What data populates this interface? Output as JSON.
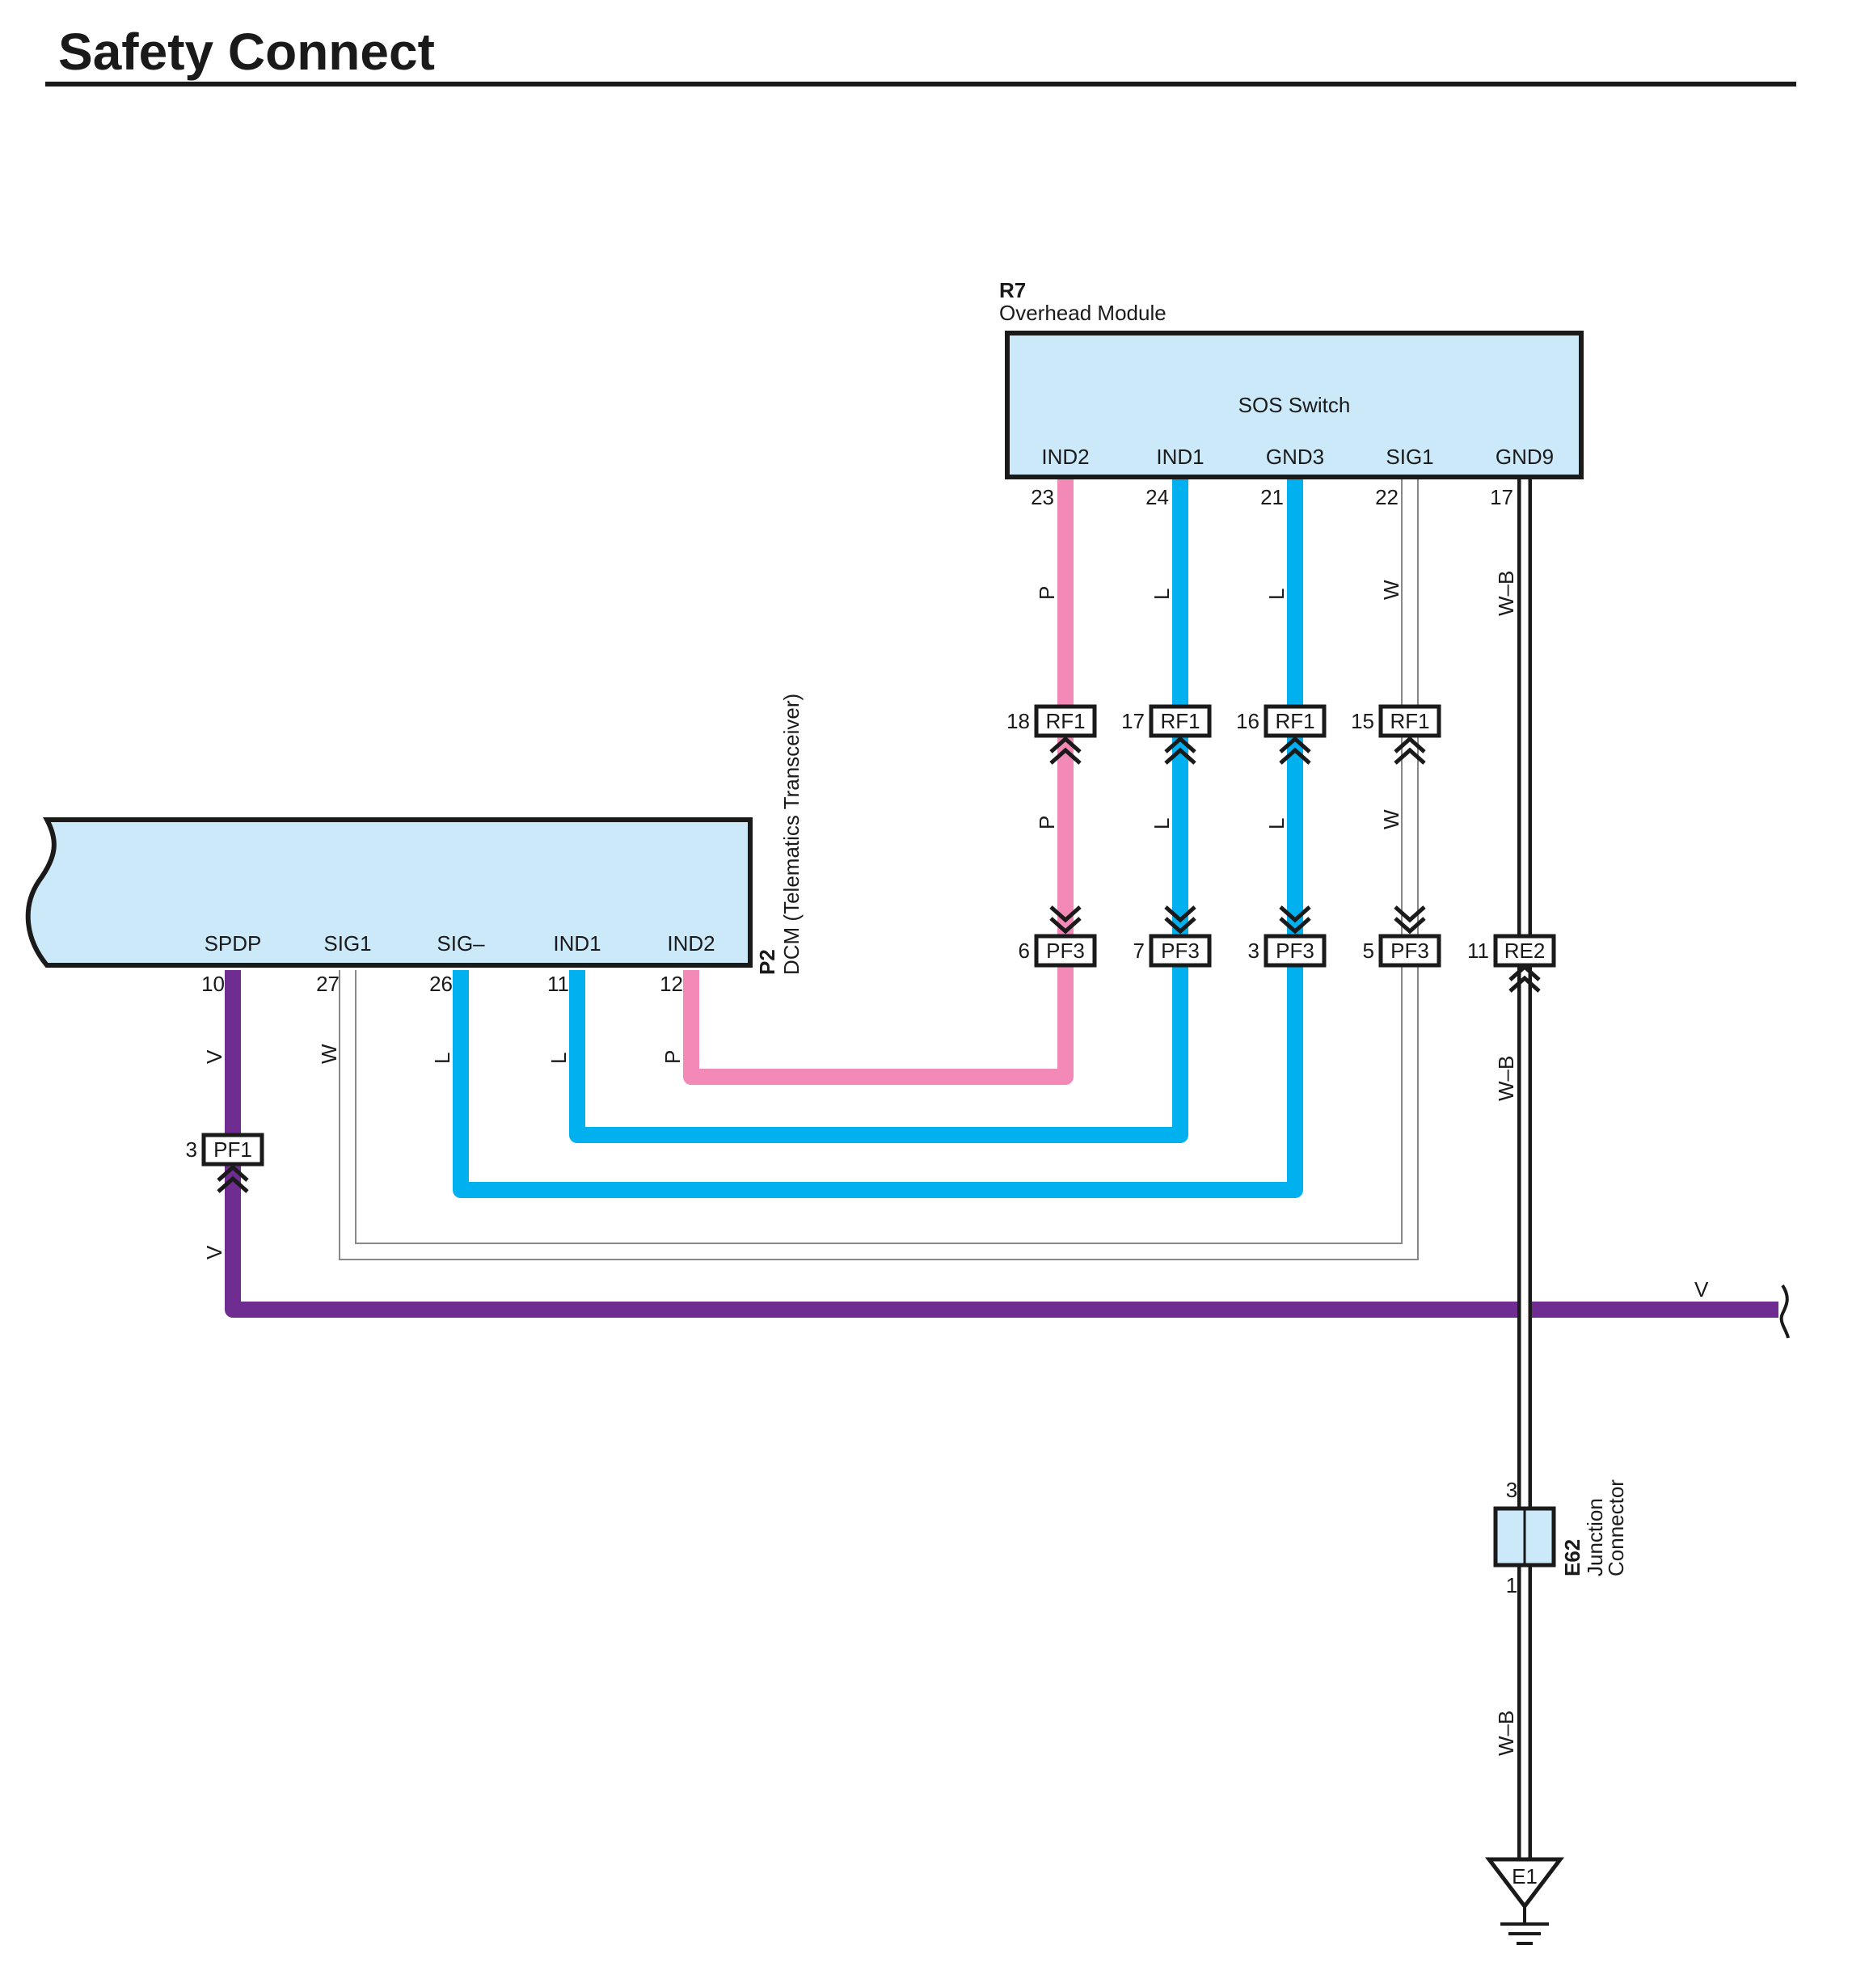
{
  "title": "Safety Connect",
  "colors": {
    "module_fill": "#cce9f9",
    "wire_P": "#f289b7",
    "wire_L": "#00b0ef",
    "wire_V": "#702d91",
    "wire_W": "#ffffff",
    "wire_WB": "#ffffff",
    "outline": "#1a1a1a"
  },
  "r7": {
    "code": "R7",
    "name": "Overhead Module",
    "inner": "SOS Switch",
    "pins": [
      {
        "name": "IND2",
        "num": "23",
        "wire": "P"
      },
      {
        "name": "IND1",
        "num": "24",
        "wire": "L"
      },
      {
        "name": "GND3",
        "num": "21",
        "wire": "L"
      },
      {
        "name": "SIG1",
        "num": "22",
        "wire": "W"
      },
      {
        "name": "GND9",
        "num": "17",
        "wire": "W–B"
      }
    ]
  },
  "p2": {
    "code": "P2",
    "name": "DCM (Telematics Transceiver)",
    "pins": [
      {
        "name": "SPDP",
        "num": "10",
        "wire": "V"
      },
      {
        "name": "SIG1",
        "num": "27",
        "wire": "W"
      },
      {
        "name": "SIG–",
        "num": "26",
        "wire": "L"
      },
      {
        "name": "IND1",
        "num": "11",
        "wire": "L"
      },
      {
        "name": "IND2",
        "num": "12",
        "wire": "P"
      }
    ]
  },
  "rf1": [
    {
      "num": "18",
      "label": "RF1"
    },
    {
      "num": "17",
      "label": "RF1"
    },
    {
      "num": "16",
      "label": "RF1"
    },
    {
      "num": "15",
      "label": "RF1"
    }
  ],
  "pf3": [
    {
      "num": "6",
      "label": "PF3"
    },
    {
      "num": "7",
      "label": "PF3"
    },
    {
      "num": "3",
      "label": "PF3"
    },
    {
      "num": "5",
      "label": "PF3"
    }
  ],
  "re2": {
    "num": "11",
    "label": "RE2"
  },
  "pf1": {
    "num": "3",
    "label": "PF1"
  },
  "rf1_wire_labels": [
    "P",
    "L",
    "L",
    "W"
  ],
  "gnd9_wire_labels": [
    "W–B",
    "W–B",
    "W–B"
  ],
  "spdp_lower_label": "V",
  "bus_label": "V",
  "e62": {
    "code": "E62",
    "line1": "Junction",
    "line2": "Connector",
    "pin_top": "3",
    "pin_bottom": "1"
  },
  "ground": {
    "label": "E1"
  }
}
